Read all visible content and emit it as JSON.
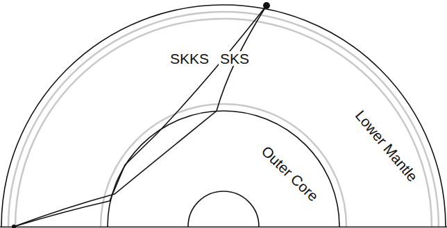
{
  "diagram": {
    "labels": [
      "SKKS",
      "SKS",
      "Outer Core",
      "Lower Mantle"
    ]
  }
}
